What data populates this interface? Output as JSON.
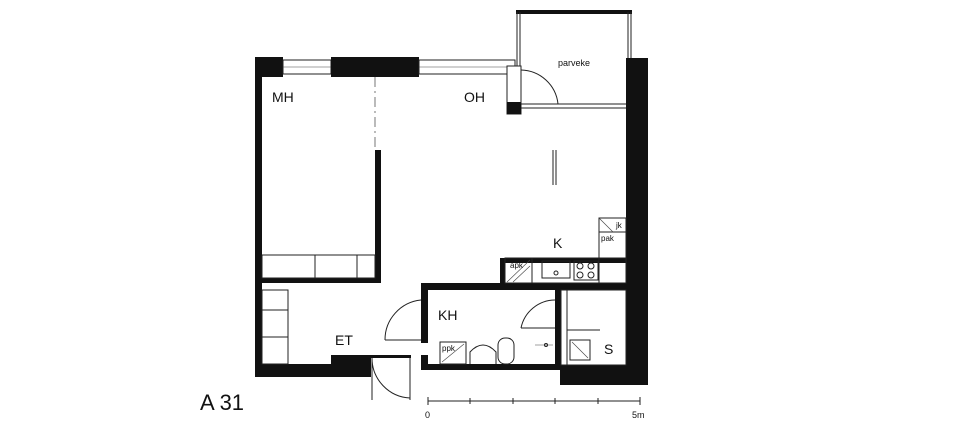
{
  "apartment": {
    "label": "A 31"
  },
  "rooms": {
    "mh": "MH",
    "oh": "OH",
    "k": "K",
    "kh": "KH",
    "et": "ET",
    "s": "S",
    "parveke": "parveke"
  },
  "fixtures": {
    "jk": "jk",
    "pak": "pak",
    "apk": "apk",
    "ppk": "ppk"
  },
  "scale": {
    "start": "0",
    "end": "5m"
  }
}
